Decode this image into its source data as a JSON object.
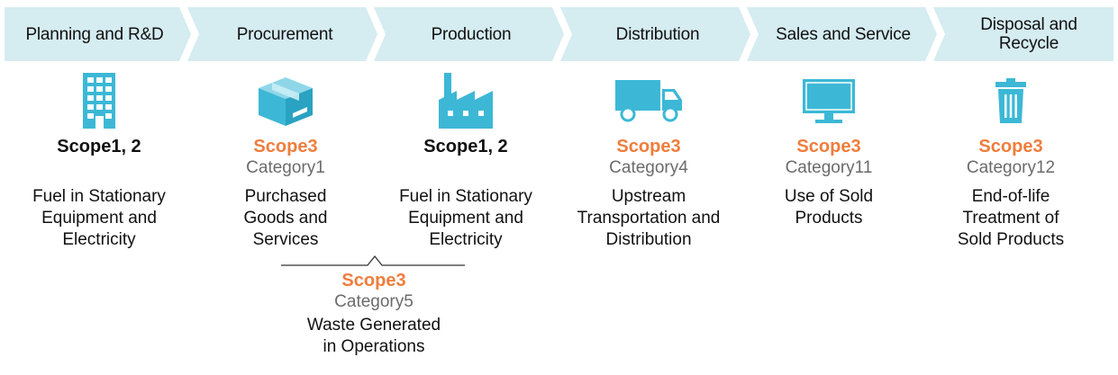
{
  "colors": {
    "chevron_fill": "#d5ecf1",
    "icon_fill": "#3cb8d6",
    "scope3_orange": "#ef7d3c",
    "category_gray": "#6b6b6b"
  },
  "stages": [
    {
      "label": "Planning and R&D",
      "icon": "office-building-icon",
      "scope": "Scope1, 2",
      "scope_style": "black",
      "category": "",
      "description": "Fuel in Stationary\nEquipment and\nElectricity"
    },
    {
      "label": "Procurement",
      "icon": "cardboard-box-icon",
      "scope": "Scope3",
      "scope_style": "orange",
      "category": "Category1",
      "description": "Purchased\nGoods and\nServices"
    },
    {
      "label": "Production",
      "icon": "factory-icon",
      "scope": "Scope1, 2",
      "scope_style": "black",
      "category": "",
      "description": "Fuel in Stationary\nEquipment and\nElectricity"
    },
    {
      "label": "Distribution",
      "icon": "delivery-truck-icon",
      "scope": "Scope3",
      "scope_style": "orange",
      "category": "Category4",
      "description": "Upstream\nTransportation and\nDistribution"
    },
    {
      "label": "Sales and Service",
      "icon": "monitor-icon",
      "scope": "Scope3",
      "scope_style": "orange",
      "category": "Category11",
      "description": "Use of Sold\nProducts"
    },
    {
      "label": "Disposal and\nRecycle",
      "icon": "trash-can-icon",
      "scope": "Scope3",
      "scope_style": "orange",
      "category": "Category12",
      "description": "End-of-life\nTreatment of\nSold Products"
    }
  ],
  "bridge": {
    "scope": "Scope3",
    "category": "Category5",
    "description": "Waste Generated\nin Operations"
  }
}
